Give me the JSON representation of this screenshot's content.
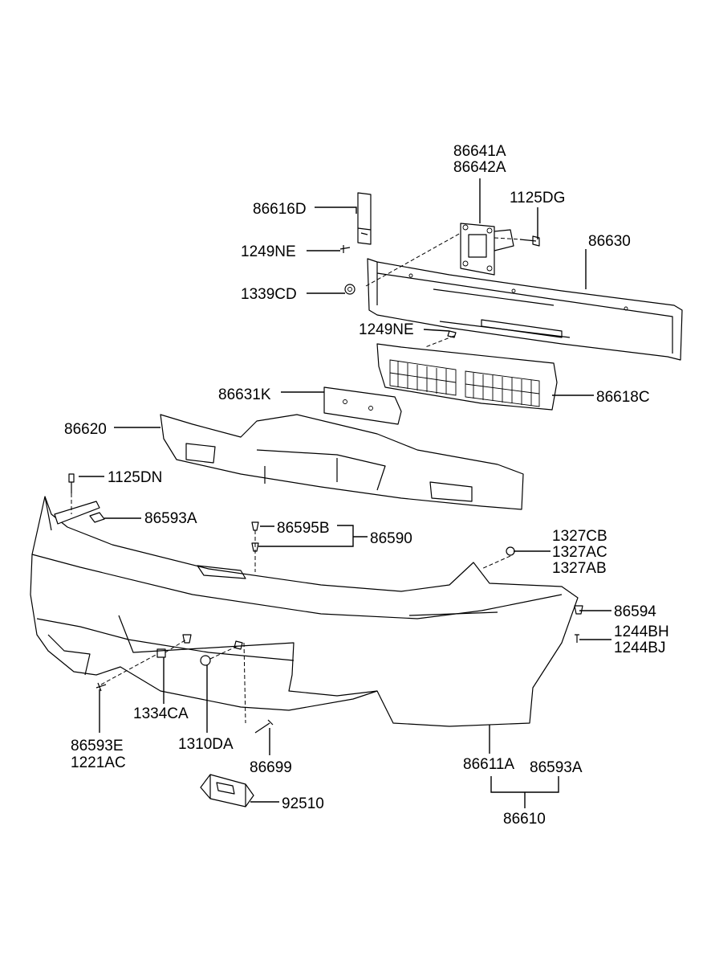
{
  "diagram": {
    "title_hidden": "",
    "labels": {
      "l_86641A": "86641A",
      "l_86642A": "86642A",
      "l_1125DG": "1125DG",
      "l_86616D": "86616D",
      "l_86630": "86630",
      "l_1249NE_a": "1249NE",
      "l_1339CD": "1339CD",
      "l_1249NE_b": "1249NE",
      "l_86631K": "86631K",
      "l_86618C": "86618C",
      "l_86620": "86620",
      "l_1125DN": "1125DN",
      "l_86593A_a": "86593A",
      "l_86595B": "86595B",
      "l_86590": "86590",
      "l_1327CB": "1327CB",
      "l_1327AC": "1327AC",
      "l_1327AB": "1327AB",
      "l_86594": "86594",
      "l_1244BH": "1244BH",
      "l_1244BJ": "1244BJ",
      "l_1334CA": "1334CA",
      "l_86593E": "86593E",
      "l_1221AC": "1221AC",
      "l_1310DA": "1310DA",
      "l_86699": "86699",
      "l_86611A": "86611A",
      "l_86593A_b": "86593A",
      "l_86610": "86610",
      "l_92510": "92510"
    }
  }
}
